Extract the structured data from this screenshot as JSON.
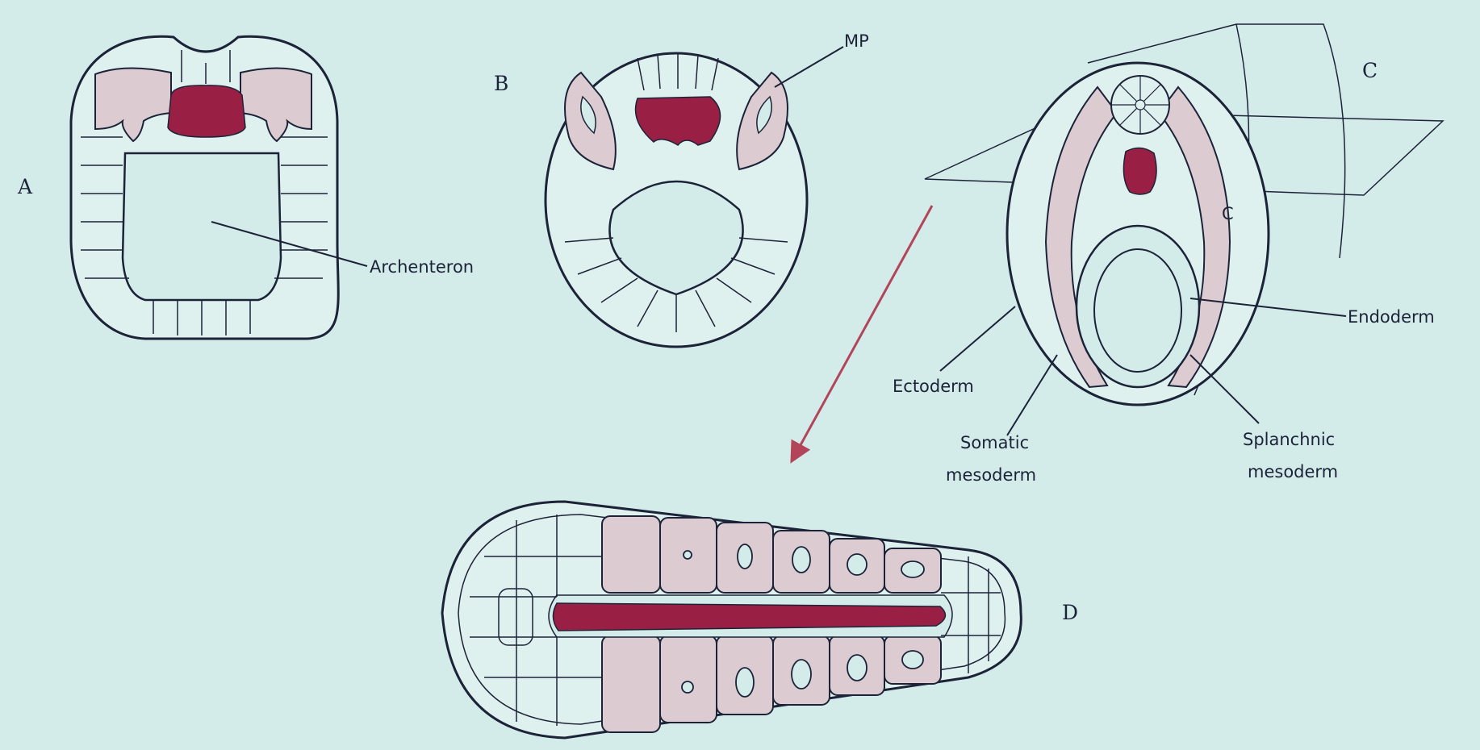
{
  "colors": {
    "background": "#d3ecea",
    "cell_fill": "#dff1ee",
    "mesoderm_pink": "#dccbd0",
    "notochord_crimson": "#9a1f45",
    "ink": "#1c2338",
    "arrow_red": "#b2455a"
  },
  "panels": {
    "A": {
      "letter": "A",
      "label": "Archenteron"
    },
    "B": {
      "letter": "B",
      "label": "MP"
    },
    "C": {
      "letter": "C",
      "coelom_letter": "C",
      "labels": {
        "endoderm": "Endoderm",
        "ectoderm": "Ectoderm",
        "somatic": [
          "Somatic",
          "mesoderm"
        ],
        "splanchnic": [
          "Splanchnic",
          "mesoderm"
        ]
      }
    },
    "D": {
      "letter": "D"
    }
  }
}
